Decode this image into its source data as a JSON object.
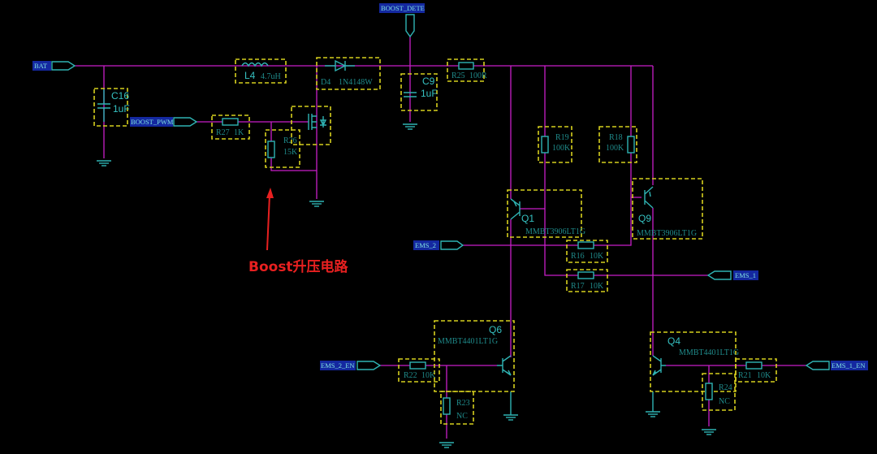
{
  "ports": {
    "bat": "BAT",
    "boost_pwm": "BOOST_PWM",
    "boost_dete": "BOOST_DETE",
    "ems_2": "EMS_2",
    "ems_1": "EMS_1",
    "ems_2_en": "EMS_2_EN",
    "ems_1_en": "EMS_1_EN"
  },
  "components": {
    "c16": {
      "ref": "C16",
      "value": "1uF"
    },
    "l4": {
      "ref": "L4",
      "value": "4.7uH"
    },
    "d4": {
      "ref": "D4",
      "value": "1N4148W"
    },
    "c9": {
      "ref": "C9",
      "value": "1uF"
    },
    "r25": {
      "ref": "R25",
      "value": "100R"
    },
    "r27": {
      "ref": "R27",
      "value": "1K"
    },
    "r26": {
      "ref": "R26",
      "value": "15K"
    },
    "r19": {
      "ref": "R19",
      "value": "100K"
    },
    "r18": {
      "ref": "R18",
      "value": "100K"
    },
    "q1": {
      "ref": "Q1",
      "value": "MMBT3906LT1G"
    },
    "q9": {
      "ref": "Q9",
      "value": "MMBT3906LT1G"
    },
    "r16": {
      "ref": "R16",
      "value": "10K"
    },
    "r17": {
      "ref": "R17",
      "value": "10K"
    },
    "q6": {
      "ref": "Q6",
      "value": "MMBT4401LT1G"
    },
    "q4": {
      "ref": "Q4",
      "value": "MMBT4401LT1G"
    },
    "r22": {
      "ref": "R22",
      "value": "10K"
    },
    "r23": {
      "ref": "R23",
      "value": "NC"
    },
    "r21": {
      "ref": "R21",
      "value": "10K"
    },
    "r24": {
      "ref": "R24",
      "value": "NC"
    }
  },
  "annotation": {
    "text": "Boost升压电路",
    "color": "#e82020"
  },
  "colors": {
    "background": "#000000",
    "wire": "#c81ec8",
    "component": "#2fb3b3",
    "outline": "#d6cf1e"
  }
}
